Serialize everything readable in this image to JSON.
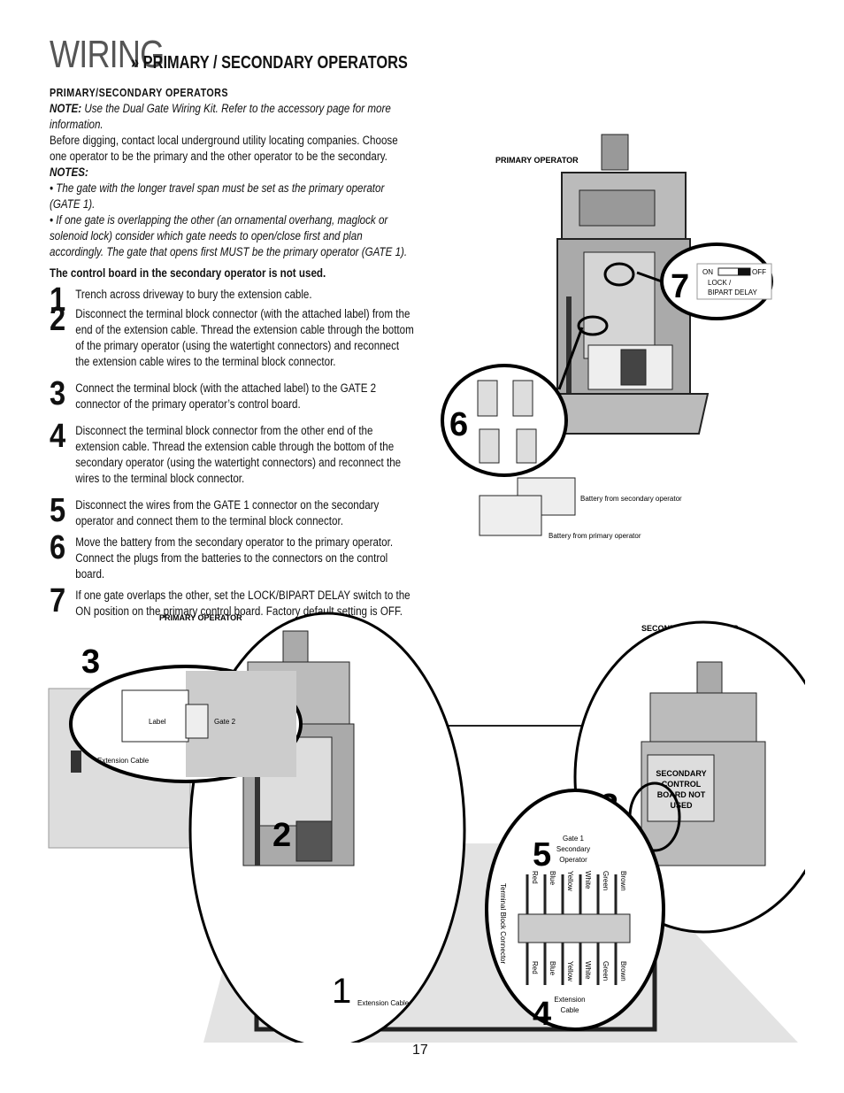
{
  "header": {
    "title_main": "WIRING",
    "title_sub": "» PRIMARY / SECONDARY OPERATORS"
  },
  "section": {
    "heading": "PRIMARY/SECONDARY OPERATORS",
    "note_label": "NOTE:",
    "note_text": "Use the Dual Gate Wiring Kit. Refer to the accessory page for more information.",
    "intro": "Before digging, contact local underground utility locating companies. Choose one operator to be the primary and the other operator to be the secondary.",
    "notes_label": "NOTES:",
    "bullets": [
      "• The gate with the longer travel span must be set as the primary operator (GATE 1).",
      "• If one gate is overlapping the other (an ornamental overhang, maglock or solenoid lock) consider which gate needs to open/close first and plan accordingly. The gate that opens first MUST be the primary operator (GATE 1)."
    ],
    "control_note": "The control board in the secondary operator is not used."
  },
  "steps": [
    {
      "num": "1",
      "text": "Trench across driveway to bury the extension cable."
    },
    {
      "num": "2",
      "text": "Disconnect the terminal block connector (with the attached label) from the end of the extension cable. Thread the extension cable through the bottom of the primary operator (using the watertight connectors) and reconnect the extension cable wires to the terminal block connector."
    },
    {
      "num": "3",
      "text": "Connect the terminal block (with the attached label) to the GATE 2 connector of the primary operator’s control board."
    },
    {
      "num": "4",
      "text": "Disconnect the terminal block connector from the other end of the extension cable. Thread the extension cable through the bottom of the secondary operator (using the watertight connectors) and reconnect the wires to the terminal block connector."
    },
    {
      "num": "5",
      "text": "Disconnect the wires from the GATE 1 connector on the secondary operator and connect them to the terminal block connector."
    },
    {
      "num": "6",
      "text": "Move the battery from the secondary operator to the primary operator. Connect the plugs from the batteries to the connectors on the control board."
    },
    {
      "num": "7",
      "text": "If one gate overlaps the other, set the LOCK/BIPART DELAY switch to the ON position on the primary control board. Factory default setting is OFF."
    }
  ],
  "diagram_top": {
    "label": "PRIMARY OPERATOR",
    "callout_6": "6",
    "callout_7": "7",
    "switch_on": "ON",
    "switch_off": "OFF",
    "switch_label1": "LOCK /",
    "switch_label2": "BIPART  DELAY",
    "battery_secondary": "Battery from secondary operator",
    "battery_primary": "Battery from primary operator"
  },
  "diagram_bottom": {
    "primary_label": "PRIMARY OPERATOR",
    "secondary_label": "SECONDARY OPERATOR",
    "callout_1": "1",
    "callout_2": "2",
    "callout_3_left": "3",
    "callout_3_right": "3",
    "callout_4": "4",
    "callout_5": "5",
    "label_text": "Label",
    "gate2_text": "Gate 2",
    "ext_cable_left": "Extension Cable",
    "ext_cable_bottom": "Extension Cable",
    "ext_cable_right1": "Extension",
    "ext_cable_right2": "Cable",
    "gate1_1": "Gate 1",
    "gate1_2": "Secondary",
    "gate1_3": "Operator",
    "terminal_block": "Terminal Block Connector",
    "secondary_board1": "SECONDARY",
    "secondary_board2": "CONTROL",
    "secondary_board3": "BOARD NOT",
    "secondary_board4": "USED",
    "wires_top": [
      "Red",
      "Blue",
      "Yellow",
      "White",
      "Green",
      "Brown"
    ],
    "wires_bottom": [
      "Red",
      "Blue",
      "Yellow",
      "White",
      "Green",
      "Brown"
    ]
  },
  "footer": {
    "page_number": "17"
  }
}
